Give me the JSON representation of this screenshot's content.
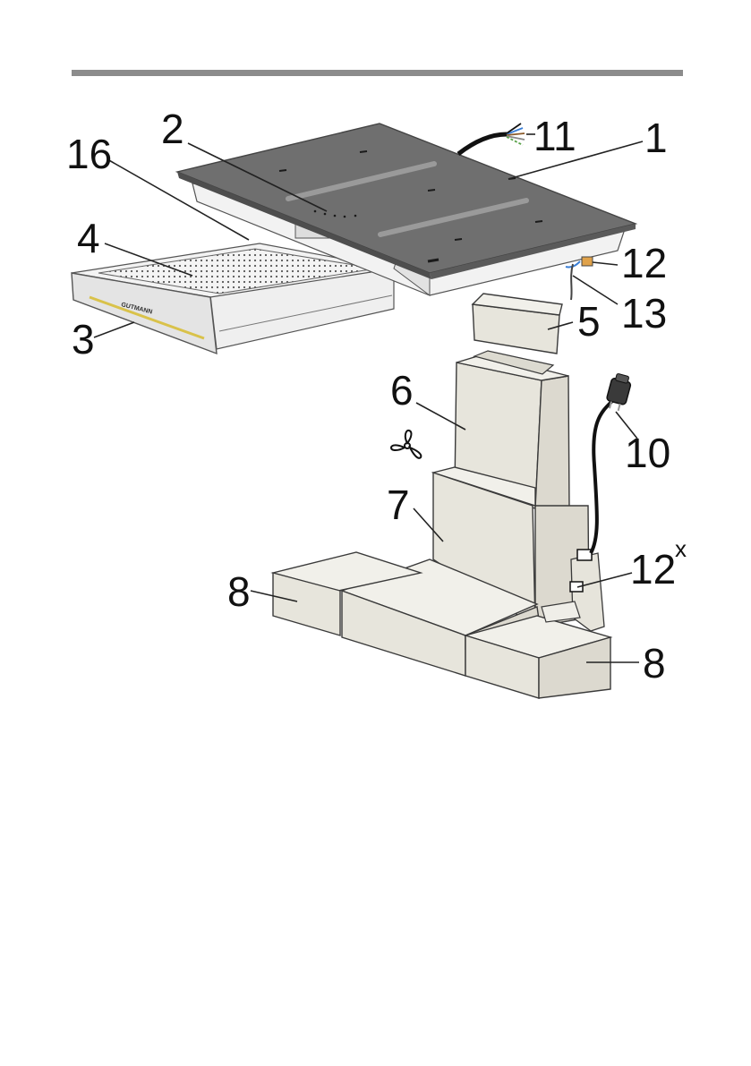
{
  "colors": {
    "rule": "#8c8c8c",
    "hob_glass": "#6f6f6f",
    "duct_fill": "#e7e5dc",
    "frame": "#f1f1f1",
    "label": "#111111"
  },
  "icons": {
    "fan": "fan-icon",
    "plug": "plug-icon"
  },
  "drawer_brand": "GUTMANN",
  "callouts": [
    {
      "id": "c1",
      "text": "1"
    },
    {
      "id": "c2",
      "text": "2"
    },
    {
      "id": "c3",
      "text": "3"
    },
    {
      "id": "c4",
      "text": "4"
    },
    {
      "id": "c5",
      "text": "5"
    },
    {
      "id": "c6",
      "text": "6"
    },
    {
      "id": "c7",
      "text": "7"
    },
    {
      "id": "c8a",
      "text": "8"
    },
    {
      "id": "c8b",
      "text": "8"
    },
    {
      "id": "c10",
      "text": "10"
    },
    {
      "id": "c11",
      "text": "11"
    },
    {
      "id": "c12",
      "text": "12"
    },
    {
      "id": "c12x",
      "text": "12",
      "sup": "x"
    },
    {
      "id": "c13",
      "text": "13"
    },
    {
      "id": "c16",
      "text": "16"
    }
  ]
}
